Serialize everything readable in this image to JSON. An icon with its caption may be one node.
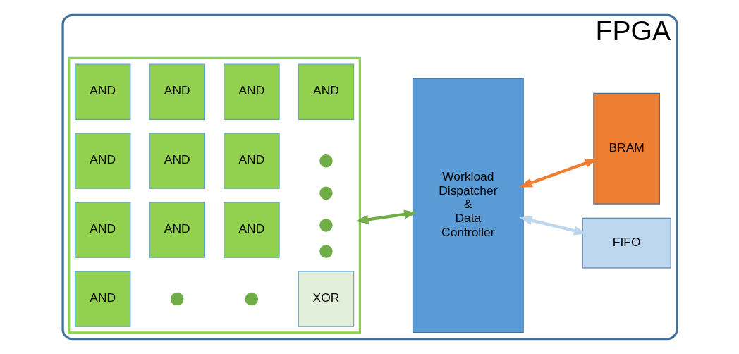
{
  "diagram": {
    "nodes": [
      {
        "text": [
          "FPGA"
        ]
      },
      {
        "text": [],
        "shape": "box",
        "in": 0
      },
      {
        "text": [
          "AND"
        ],
        "in": 1
      },
      {
        "text": [
          "AND"
        ],
        "in": 1
      },
      {
        "text": [
          "AND"
        ],
        "in": 1
      },
      {
        "text": [
          "AND"
        ],
        "in": 1
      },
      {
        "text": [
          "AND"
        ],
        "in": 1
      },
      {
        "text": [
          "AND"
        ],
        "in": 1
      },
      {
        "text": [
          "AND"
        ],
        "in": 1
      },
      {
        "text": [],
        "shape": "circle",
        "in": 1
      },
      {
        "text": [],
        "shape": "circle",
        "in": 1
      },
      {
        "text": [],
        "shape": "circle",
        "in": 1
      },
      {
        "text": [
          "AND"
        ],
        "in": 1
      },
      {
        "text": [
          "AND"
        ],
        "in": 1
      },
      {
        "text": [
          "AND"
        ],
        "in": 1
      },
      {
        "text": [
          "AND"
        ],
        "in": 1
      },
      {
        "text": [],
        "shape": "circle",
        "in": 1
      },
      {
        "text": [],
        "shape": "circle",
        "in": 1
      },
      {
        "text": [],
        "shape": "circle",
        "in": 1
      },
      {
        "text": [
          "XOR"
        ],
        "in": 1
      },
      {
        "text": [
          "Workload Dispatcher & Data Controller"
        ],
        "in": 0
      },
      {
        "text": [
          "FIFO"
        ],
        "in": 0
      },
      {
        "text": [
          "BRAM"
        ],
        "in": 0
      }
    ],
    "edges": [
      {
        "from": 1,
        "to": 20,
        "arrow": "both",
        "color": "#70ad47"
      },
      {
        "from": 20,
        "to": 21,
        "arrow": "both",
        "color": "#bdd7ee"
      },
      {
        "from": 20,
        "to": 22,
        "arrow": "both",
        "color": "#ed7d31"
      }
    ]
  }
}
